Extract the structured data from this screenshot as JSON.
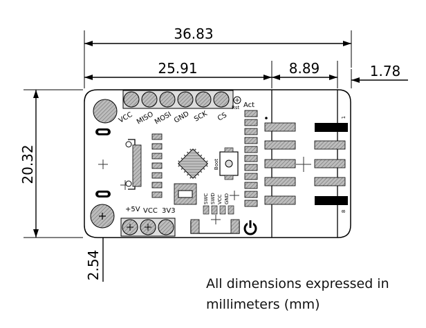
{
  "units_note": "All dimensions expressed in millimeters (mm)",
  "dimensions": {
    "overall_width": "36.83",
    "board_width": "25.91",
    "connector_width": "8.89",
    "overhang": "1.78",
    "height": "20.32",
    "pin_offset": "2.54"
  },
  "pins_top": [
    "VCC",
    "MISO",
    "MOSI",
    "GND",
    "SCK",
    "CS"
  ],
  "pins_bottom": [
    "+5V",
    "VCC",
    "3V3"
  ],
  "swd_pins": [
    "SWC",
    "SWD",
    "VCC",
    "GND"
  ],
  "silkscreen": {
    "act": "Act",
    "rst": "Rst",
    "boot": "Boot",
    "connector_pin1": "1",
    "connector_pin8": "8"
  }
}
